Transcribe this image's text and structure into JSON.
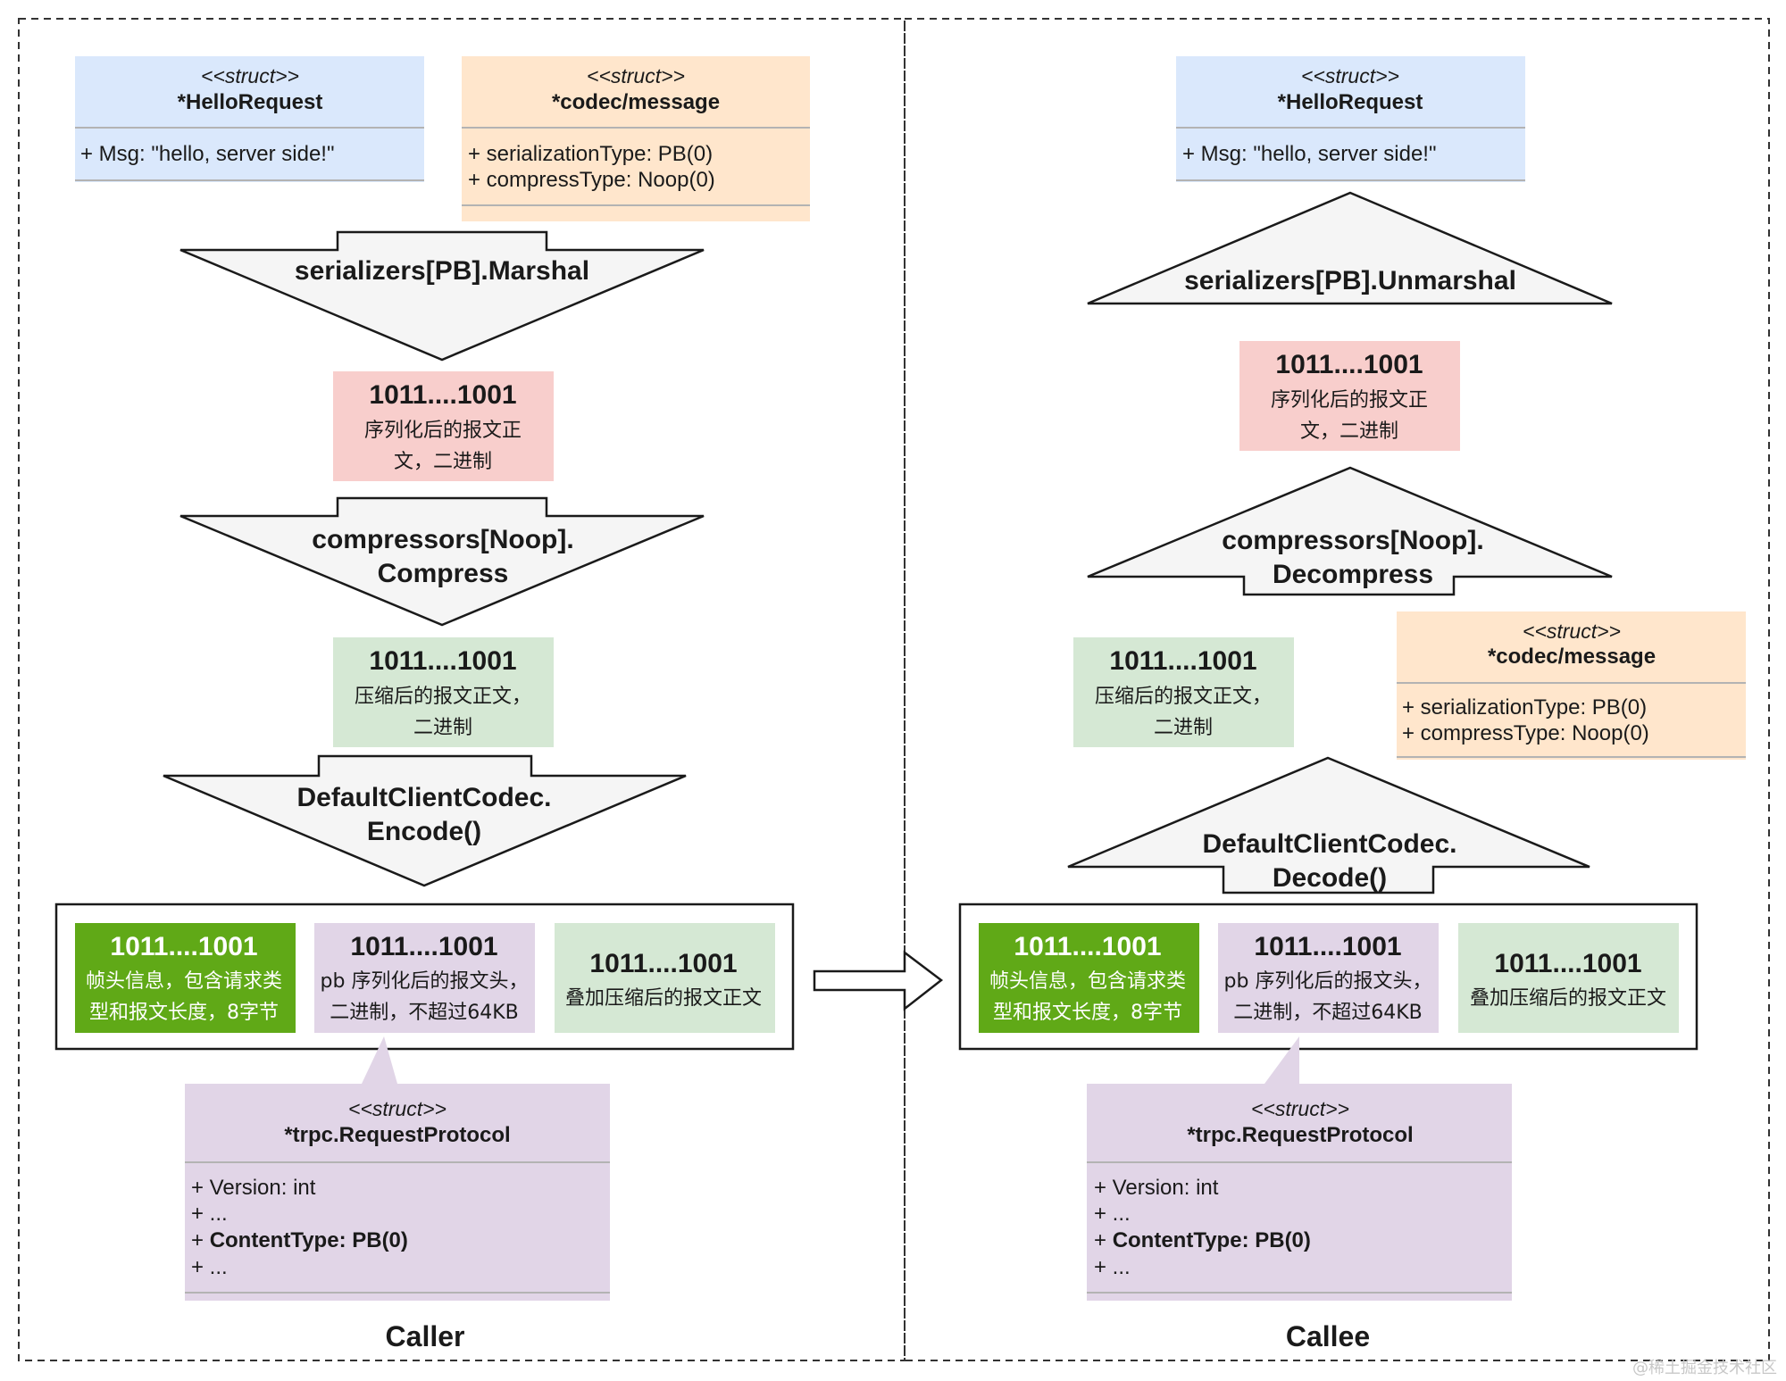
{
  "struct_stereotype": "<<struct>>",
  "caller": {
    "label": "Caller",
    "hello_request": {
      "name": "*HelloRequest",
      "fields": [
        "+ Msg: \"hello, server side!\""
      ]
    },
    "codec_message": {
      "name": "*codec/message",
      "fields": [
        "+ serializationType: PB(0)",
        "+ compressType: Noop(0)"
      ]
    },
    "step_marshal": [
      "serializers[PB].Marshal"
    ],
    "serialized_box": {
      "value": "1011....1001",
      "caption": [
        "序列化后的报文正",
        "文，二进制"
      ]
    },
    "step_compress": [
      "compressors[Noop].",
      "Compress"
    ],
    "compressed_box": {
      "value": "1011....1001",
      "caption": [
        "压缩后的报文正文，",
        "二进制"
      ]
    },
    "step_encode": [
      "DefaultClientCodec.",
      "Encode()"
    ],
    "frame": [
      {
        "value": "1011....1001",
        "caption": [
          "帧头信息，包含请求类",
          "型和报文长度，8字节"
        ]
      },
      {
        "value": "1011....1001",
        "caption": [
          "pb 序列化后的报文头，",
          "二进制，不超过64KB"
        ]
      },
      {
        "value": "1011....1001",
        "caption": [
          "叠加压缩后的报文正文"
        ]
      }
    ],
    "request_protocol": {
      "name": "*trpc.RequestProtocol",
      "fields": [
        {
          "text": "+ Version: int",
          "bold_part": ""
        },
        {
          "text": "+ ...",
          "bold_part": ""
        },
        {
          "text": "+ ",
          "bold_part": "ContentType: PB(0)"
        },
        {
          "text": "+ ...",
          "bold_part": ""
        }
      ]
    }
  },
  "callee": {
    "label": "Callee",
    "hello_request": {
      "name": "*HelloRequest",
      "fields": [
        "+ Msg: \"hello, server side!\""
      ]
    },
    "step_unmarshal": [
      "serializers[PB].Unmarshal"
    ],
    "serialized_box": {
      "value": "1011....1001",
      "caption": [
        "序列化后的报文正",
        "文，二进制"
      ]
    },
    "step_decompress": [
      "compressors[Noop].",
      "Decompress"
    ],
    "compressed_box": {
      "value": "1011....1001",
      "caption": [
        "压缩后的报文正文，",
        "二进制"
      ]
    },
    "codec_message": {
      "name": "*codec/message",
      "fields": [
        "+ serializationType: PB(0)",
        "+ compressType: Noop(0)"
      ]
    },
    "step_decode": [
      "DefaultClientCodec.",
      "Decode()"
    ],
    "frame": [
      {
        "value": "1011....1001",
        "caption": [
          "帧头信息，包含请求类",
          "型和报文长度，8字节"
        ]
      },
      {
        "value": "1011....1001",
        "caption": [
          "pb 序列化后的报文头，",
          "二进制，不超过64KB"
        ]
      },
      {
        "value": "1011....1001",
        "caption": [
          "叠加压缩后的报文正文"
        ]
      }
    ],
    "request_protocol": {
      "name": "*trpc.RequestProtocol",
      "fields": [
        {
          "text": "+ Version: int",
          "bold_part": ""
        },
        {
          "text": "+ ...",
          "bold_part": ""
        },
        {
          "text": "+ ",
          "bold_part": "ContentType: PB(0)"
        },
        {
          "text": "+ ...",
          "bold_part": ""
        }
      ]
    }
  },
  "watermark": "@稀土掘金技术社区",
  "colors": {
    "struct_blue": "#dae8fc",
    "struct_orange": "#ffe6cc",
    "struct_purple": "#e1d5e7",
    "box_red": "#f8cecc",
    "box_green": "#d5e8d4",
    "box_dark_green": "#60a917",
    "arrow_fill": "#f5f5f5",
    "line": "#1a1a1a"
  }
}
